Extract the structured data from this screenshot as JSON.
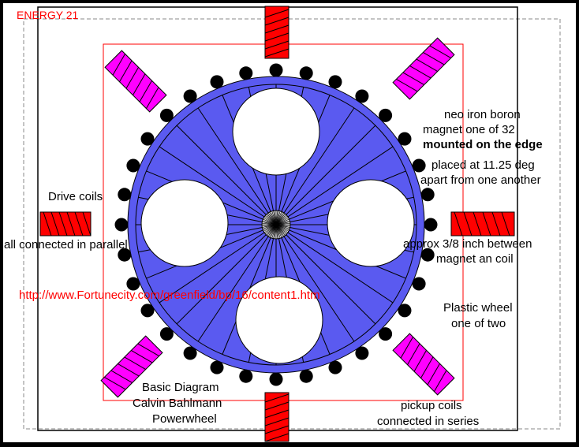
{
  "title": "ENERGY 21",
  "url_text": "http://www.Fortunecity.com/greenfield/bp/16/content1.htm",
  "labels": {
    "magnet_line1": "neo iron boron",
    "magnet_line2": "magnet   one of 32",
    "magnet_line3": "mounted on the edge",
    "placed_line1": "placed at 11.25 deg",
    "placed_line2": "apart from one another",
    "drive_coils": "Drive coils",
    "parallel": "all connected in parallel",
    "gap_line1": "approx 3/8 inch between",
    "gap_line2": "magnet an coil",
    "wheel_line1": "Plastic wheel",
    "wheel_line2": "one of two",
    "basic_line1": "Basic  Diagram",
    "basic_line2": "Calvin  Bahlmann",
    "basic_line3": "Powerwheel",
    "pickup_line1": "pickup coils",
    "pickup_line2": "connected in series"
  },
  "diagram": {
    "magnet_count": 32,
    "magnet_spacing_deg": 11.25,
    "spoke_count": 32,
    "hole_count": 4,
    "colors": {
      "background": "#ffffff",
      "wheel": "#5a5af0",
      "coil_red": "#ff0000",
      "coil_magenta": "#ff00ff",
      "magnet": "#000000",
      "outline_red": "#ff0000"
    }
  }
}
